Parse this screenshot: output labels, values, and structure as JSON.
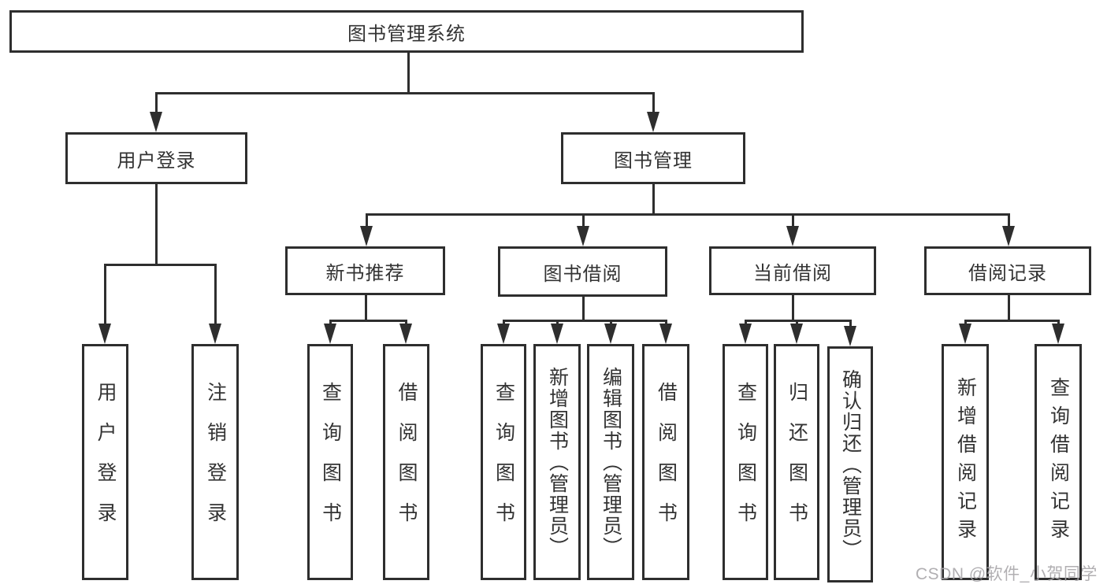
{
  "diagram": {
    "type": "hierarchy-tree",
    "line_color": "#2e2e2e",
    "box_fill": "#ffffff",
    "text_color": "#333333",
    "watermark_color": "#a8a6aa"
  },
  "nodes": {
    "root": {
      "label": "图书管理系统"
    },
    "user_login": {
      "label": "用户登录"
    },
    "book_mgmt": {
      "label": "图书管理"
    },
    "user_login_leaf": {
      "label": "用户登录"
    },
    "logout_leaf": {
      "label": "注销登录"
    },
    "new_book_rec": {
      "label": "新书推荐"
    },
    "book_borrow": {
      "label": "图书借阅"
    },
    "current_borrow": {
      "label": "当前借阅"
    },
    "borrow_records": {
      "label": "借阅记录"
    },
    "query_books_rec": {
      "label": "查询图书"
    },
    "borrow_books_rec": {
      "label": "借阅图书"
    },
    "query_books_borrow": {
      "label": "查询图书"
    },
    "add_books_admin": {
      "label": "新增图书（管理员）"
    },
    "edit_books_admin": {
      "label": "编辑图书（管理员）"
    },
    "borrow_books_borrow": {
      "label": "借阅图书"
    },
    "query_books_current": {
      "label": "查询图书"
    },
    "return_books": {
      "label": "归还图书"
    },
    "confirm_return_admin": {
      "label": "确认归还（管理员）"
    },
    "add_borrow_record": {
      "label": "新增借阅记录"
    },
    "query_borrow_record": {
      "label": "查询借阅记录"
    }
  },
  "watermark": {
    "text": "CSDN @软件_小贺同学"
  }
}
